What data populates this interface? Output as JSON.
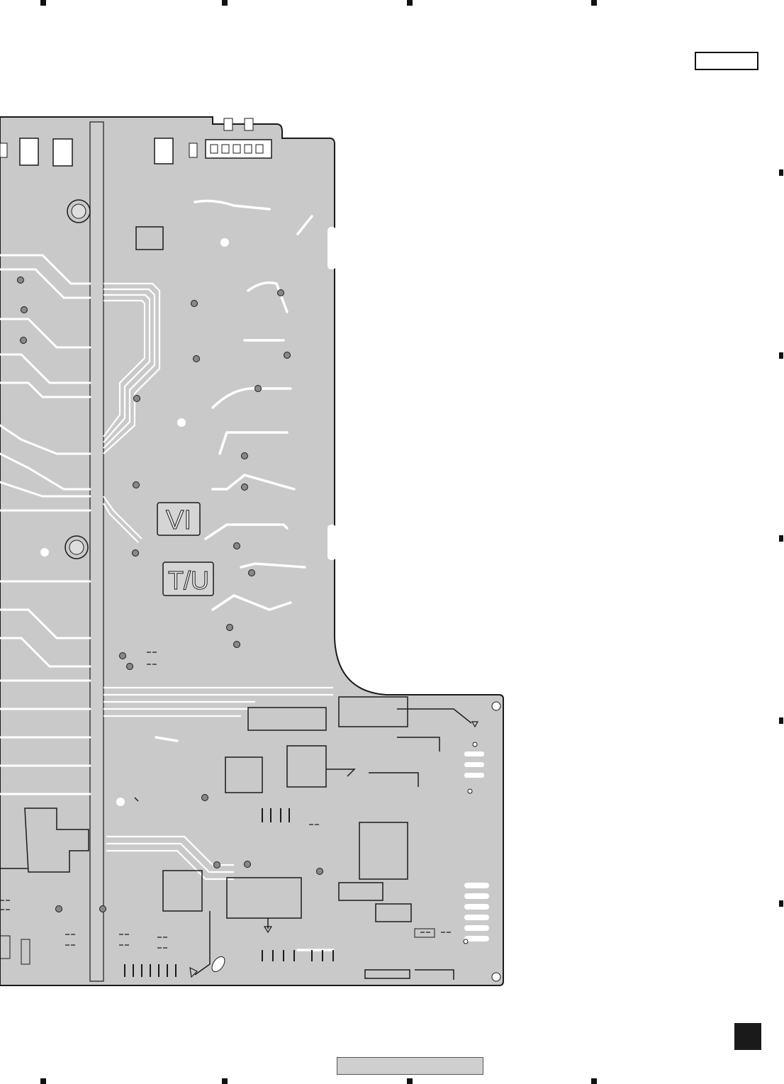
{
  "board": {
    "copper_color": "#c9c9c9",
    "trace_color": "#ffffff",
    "outline_color": "#1a1a1a",
    "background": "#ffffff"
  },
  "silkscreen": {
    "label_vi": "VI",
    "label_tu": "T/U"
  },
  "icons": {
    "registration_mark": "square-mark",
    "page_marker": "black-square"
  }
}
